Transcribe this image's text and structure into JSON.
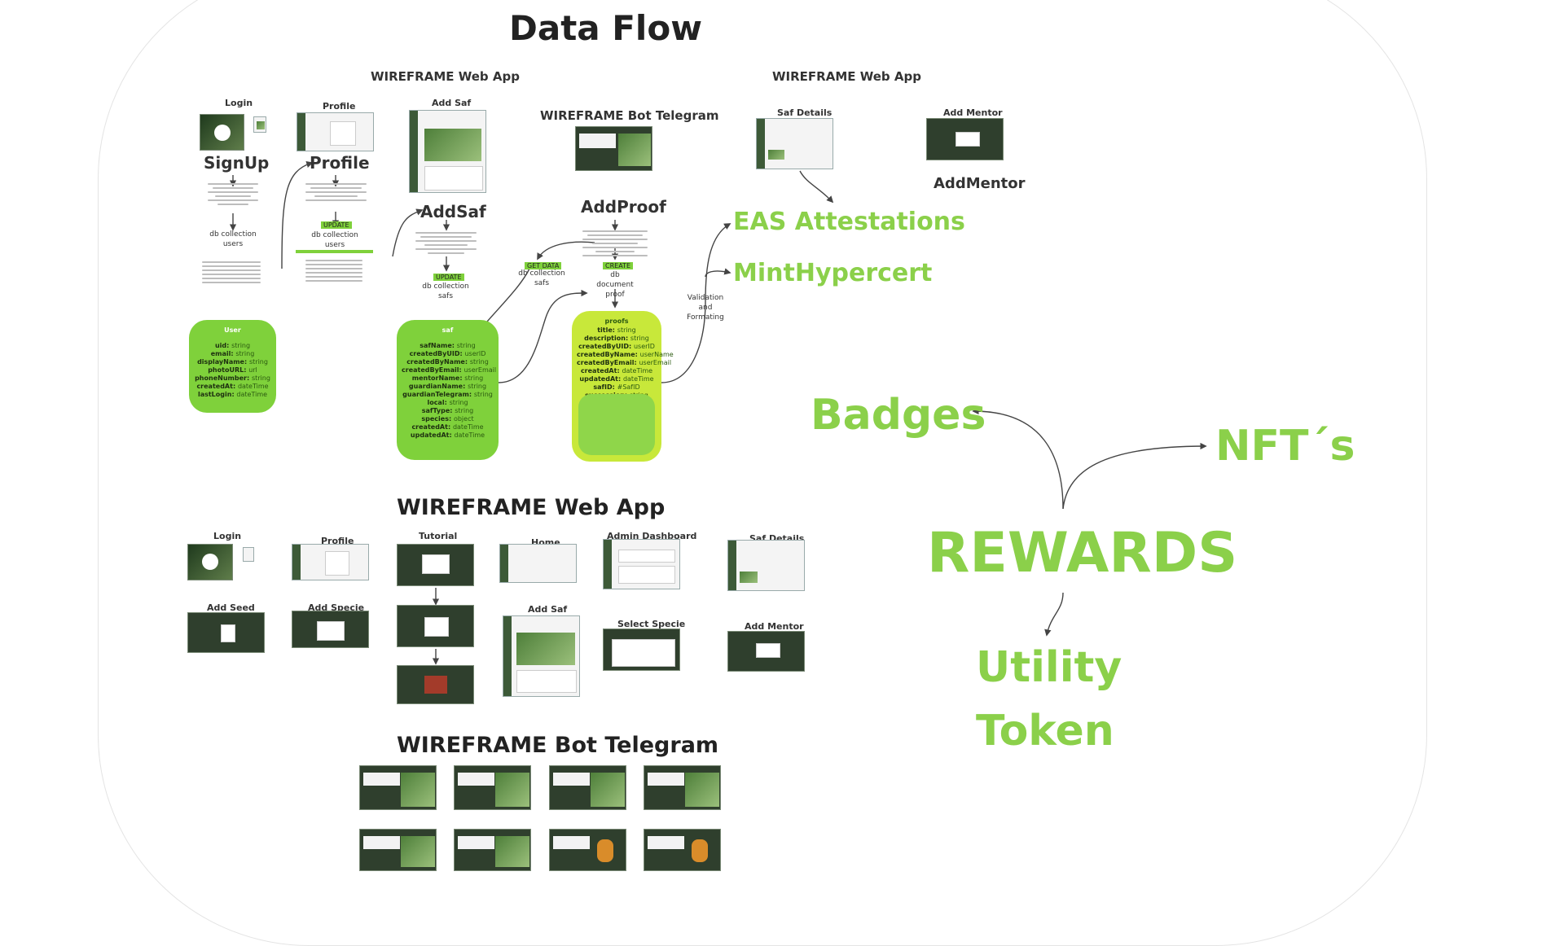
{
  "title": "Data Flow",
  "sections": {
    "webapp_top_left": "WIREFRAME Web App",
    "webapp_top_right": "WIREFRAME Web App",
    "bot_top": "WIREFRAME Bot Telegram",
    "webapp_bottom": "WIREFRAME Web App",
    "bot_bottom": "WIREFRAME Bot Telegram"
  },
  "top_screens": {
    "login": "Login",
    "profile": "Profile",
    "add_saf": "Add Saf",
    "saf_details": "Saf Details",
    "add_mentor": "Add Mentor"
  },
  "flow": {
    "signup": "SignUp",
    "profile": "Profile",
    "addsaf": "AddSaf",
    "addproof": "AddProof",
    "addmentor": "AddMentor",
    "db_users": "db collection\nusers",
    "db_users_2": "db collection\nusers",
    "db_safs": "db collection\nsafs",
    "db_safs_get": "db collection\nsafs",
    "db_proof": "db\ndocument\nproof",
    "update_1": "UPDATE",
    "update_2": "UPDATE",
    "get_data": "GET DATA",
    "create": "CREATE",
    "validation": "Validation\nand\nFormating"
  },
  "outputs": {
    "eas": "EAS Attestations",
    "hypercert": "MintHypercert"
  },
  "schemas": {
    "user": {
      "title": "User",
      "rows": [
        {
          "k": "uid",
          "t": "string"
        },
        {
          "k": "email",
          "t": "string"
        },
        {
          "k": "displayName",
          "t": "string"
        },
        {
          "k": "photoURL",
          "t": "url"
        },
        {
          "k": "phoneNumber",
          "t": "string"
        },
        {
          "k": "createdAt",
          "t": "dateTime"
        },
        {
          "k": "lastLogin",
          "t": "dateTime"
        }
      ]
    },
    "saf": {
      "title": "saf",
      "rows": [
        {
          "k": "safName",
          "t": "string"
        },
        {
          "k": "createdByUID",
          "t": "userID"
        },
        {
          "k": "createdByName",
          "t": "string"
        },
        {
          "k": "createdByEmail",
          "t": "userEmail"
        },
        {
          "k": "mentorName",
          "t": "string"
        },
        {
          "k": "guardianName",
          "t": "string"
        },
        {
          "k": "guardianTelegram",
          "t": "string"
        },
        {
          "k": "local",
          "t": "string"
        },
        {
          "k": "safType",
          "t": "string"
        },
        {
          "k": "species",
          "t": "object"
        },
        {
          "k": "createdAt",
          "t": "dateTime"
        },
        {
          "k": "updatedAt",
          "t": "dateTime"
        }
      ]
    },
    "proof": {
      "title": "proofs",
      "rows": [
        {
          "k": "title",
          "t": "string"
        },
        {
          "k": "description",
          "t": "string"
        },
        {
          "k": "createdByUID",
          "t": "userID"
        },
        {
          "k": "createdByName",
          "t": "userName"
        },
        {
          "k": "createdByEmail",
          "t": "userEmail"
        },
        {
          "k": "createdAt",
          "t": "dateTime"
        },
        {
          "k": "updatedAt",
          "t": "dateTime"
        },
        {
          "k": "safID",
          "t": "#SafID"
        },
        {
          "k": "succession",
          "t": "string"
        }
      ]
    }
  },
  "rewards": {
    "center": "REWARDS",
    "badges": "Badges",
    "nfts": "NFT´s",
    "utility_line1": "Utility",
    "utility_line2": "Token"
  },
  "bottom_screens": {
    "login": "Login",
    "profile": "Profile",
    "tutorial": "Tutorial",
    "home": "Home",
    "admin": "Admin Dashboard",
    "saf_details": "Saf Details",
    "add_seed": "Add Seed",
    "add_specie": "Add Specie",
    "add_saf": "Add Saf",
    "select_specie": "Select Specie",
    "add_mentor": "Add Mentor"
  },
  "colors": {
    "accent_green": "#8bd04a",
    "schema_green": "#7fd13b",
    "schema_lime": "#c8e83a",
    "wire_dark": "#2f3f2d"
  }
}
